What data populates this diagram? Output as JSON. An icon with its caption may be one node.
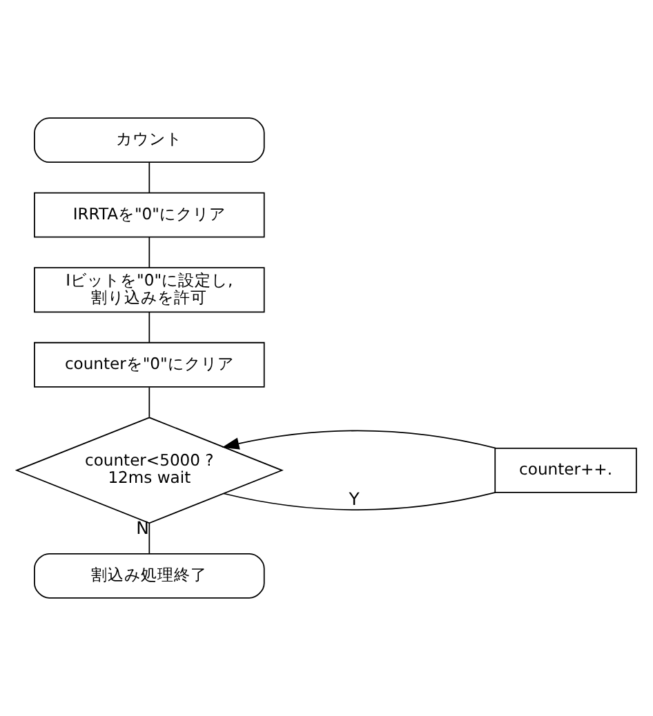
{
  "diagram": {
    "nodes": [
      {
        "text": [
          "カウント"
        ]
      },
      {
        "text": [
          "IRRTAを\"0\"にクリア"
        ]
      },
      {
        "text": [
          "Iビットを\"0\"に設定し, 割り込みを許可"
        ]
      },
      {
        "text": [
          "counterを\"0\"にクリア"
        ]
      },
      {
        "text": [
          "counter<5000 ? 12ms wait"
        ]
      },
      {
        "text": [
          "counter++."
        ]
      },
      {
        "text": [
          "割込み処理終了"
        ]
      }
    ],
    "edges": [
      {
        "from": 0,
        "to": 1,
        "arrow": "none"
      },
      {
        "from": 1,
        "to": 2,
        "arrow": "none"
      },
      {
        "from": 2,
        "to": 3,
        "arrow": "none"
      },
      {
        "from": 3,
        "to": 4,
        "arrow": "none"
      },
      {
        "from": 4,
        "to": 5,
        "arrow": "none",
        "label": "Y"
      },
      {
        "from": 5,
        "to": 4,
        "arrow": "to"
      },
      {
        "from": 4,
        "to": 6,
        "arrow": "none",
        "label": "N"
      }
    ]
  }
}
